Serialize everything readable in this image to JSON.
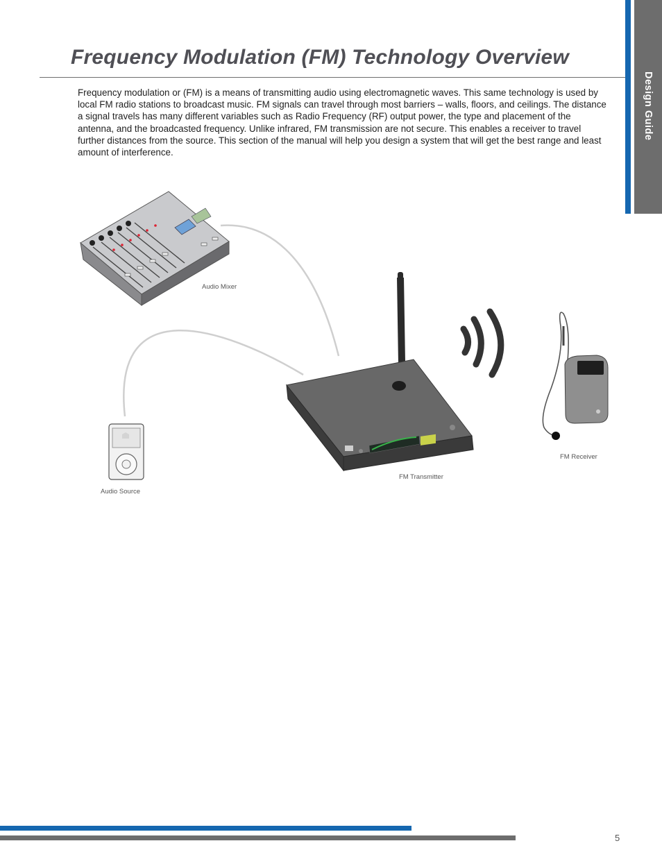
{
  "page": {
    "title": "Frequency Modulation (FM) Technology Overview",
    "side_tab": "Design Guide",
    "body": "Frequency modulation or (FM) is a means of transmitting audio using electromagnetic waves. This same technology is used by local FM radio stations to broadcast music. FM signals can travel through most barriers – walls, floors, and ceilings. The distance a signal travels has many different variables such as Radio Frequency (RF) output power, the type and placement of the antenna, and the broadcasted frequency. Unlike infrared, FM transmission are not secure. This enables a receiver to travel further distances from the source. This section of the manual will help you design a system that will get the best range and least amount of interference.",
    "page_number": "5"
  },
  "diagram": {
    "labels": {
      "audio_mixer": "Audio Mixer",
      "audio_source": "Audio Source",
      "fm_transmitter": "FM Transmitter",
      "fm_receiver": "FM Receiver"
    }
  },
  "colors": {
    "accent_blue": "#1567b0",
    "tab_gray": "#6d6d6d",
    "title_gray": "#4f4f55"
  }
}
